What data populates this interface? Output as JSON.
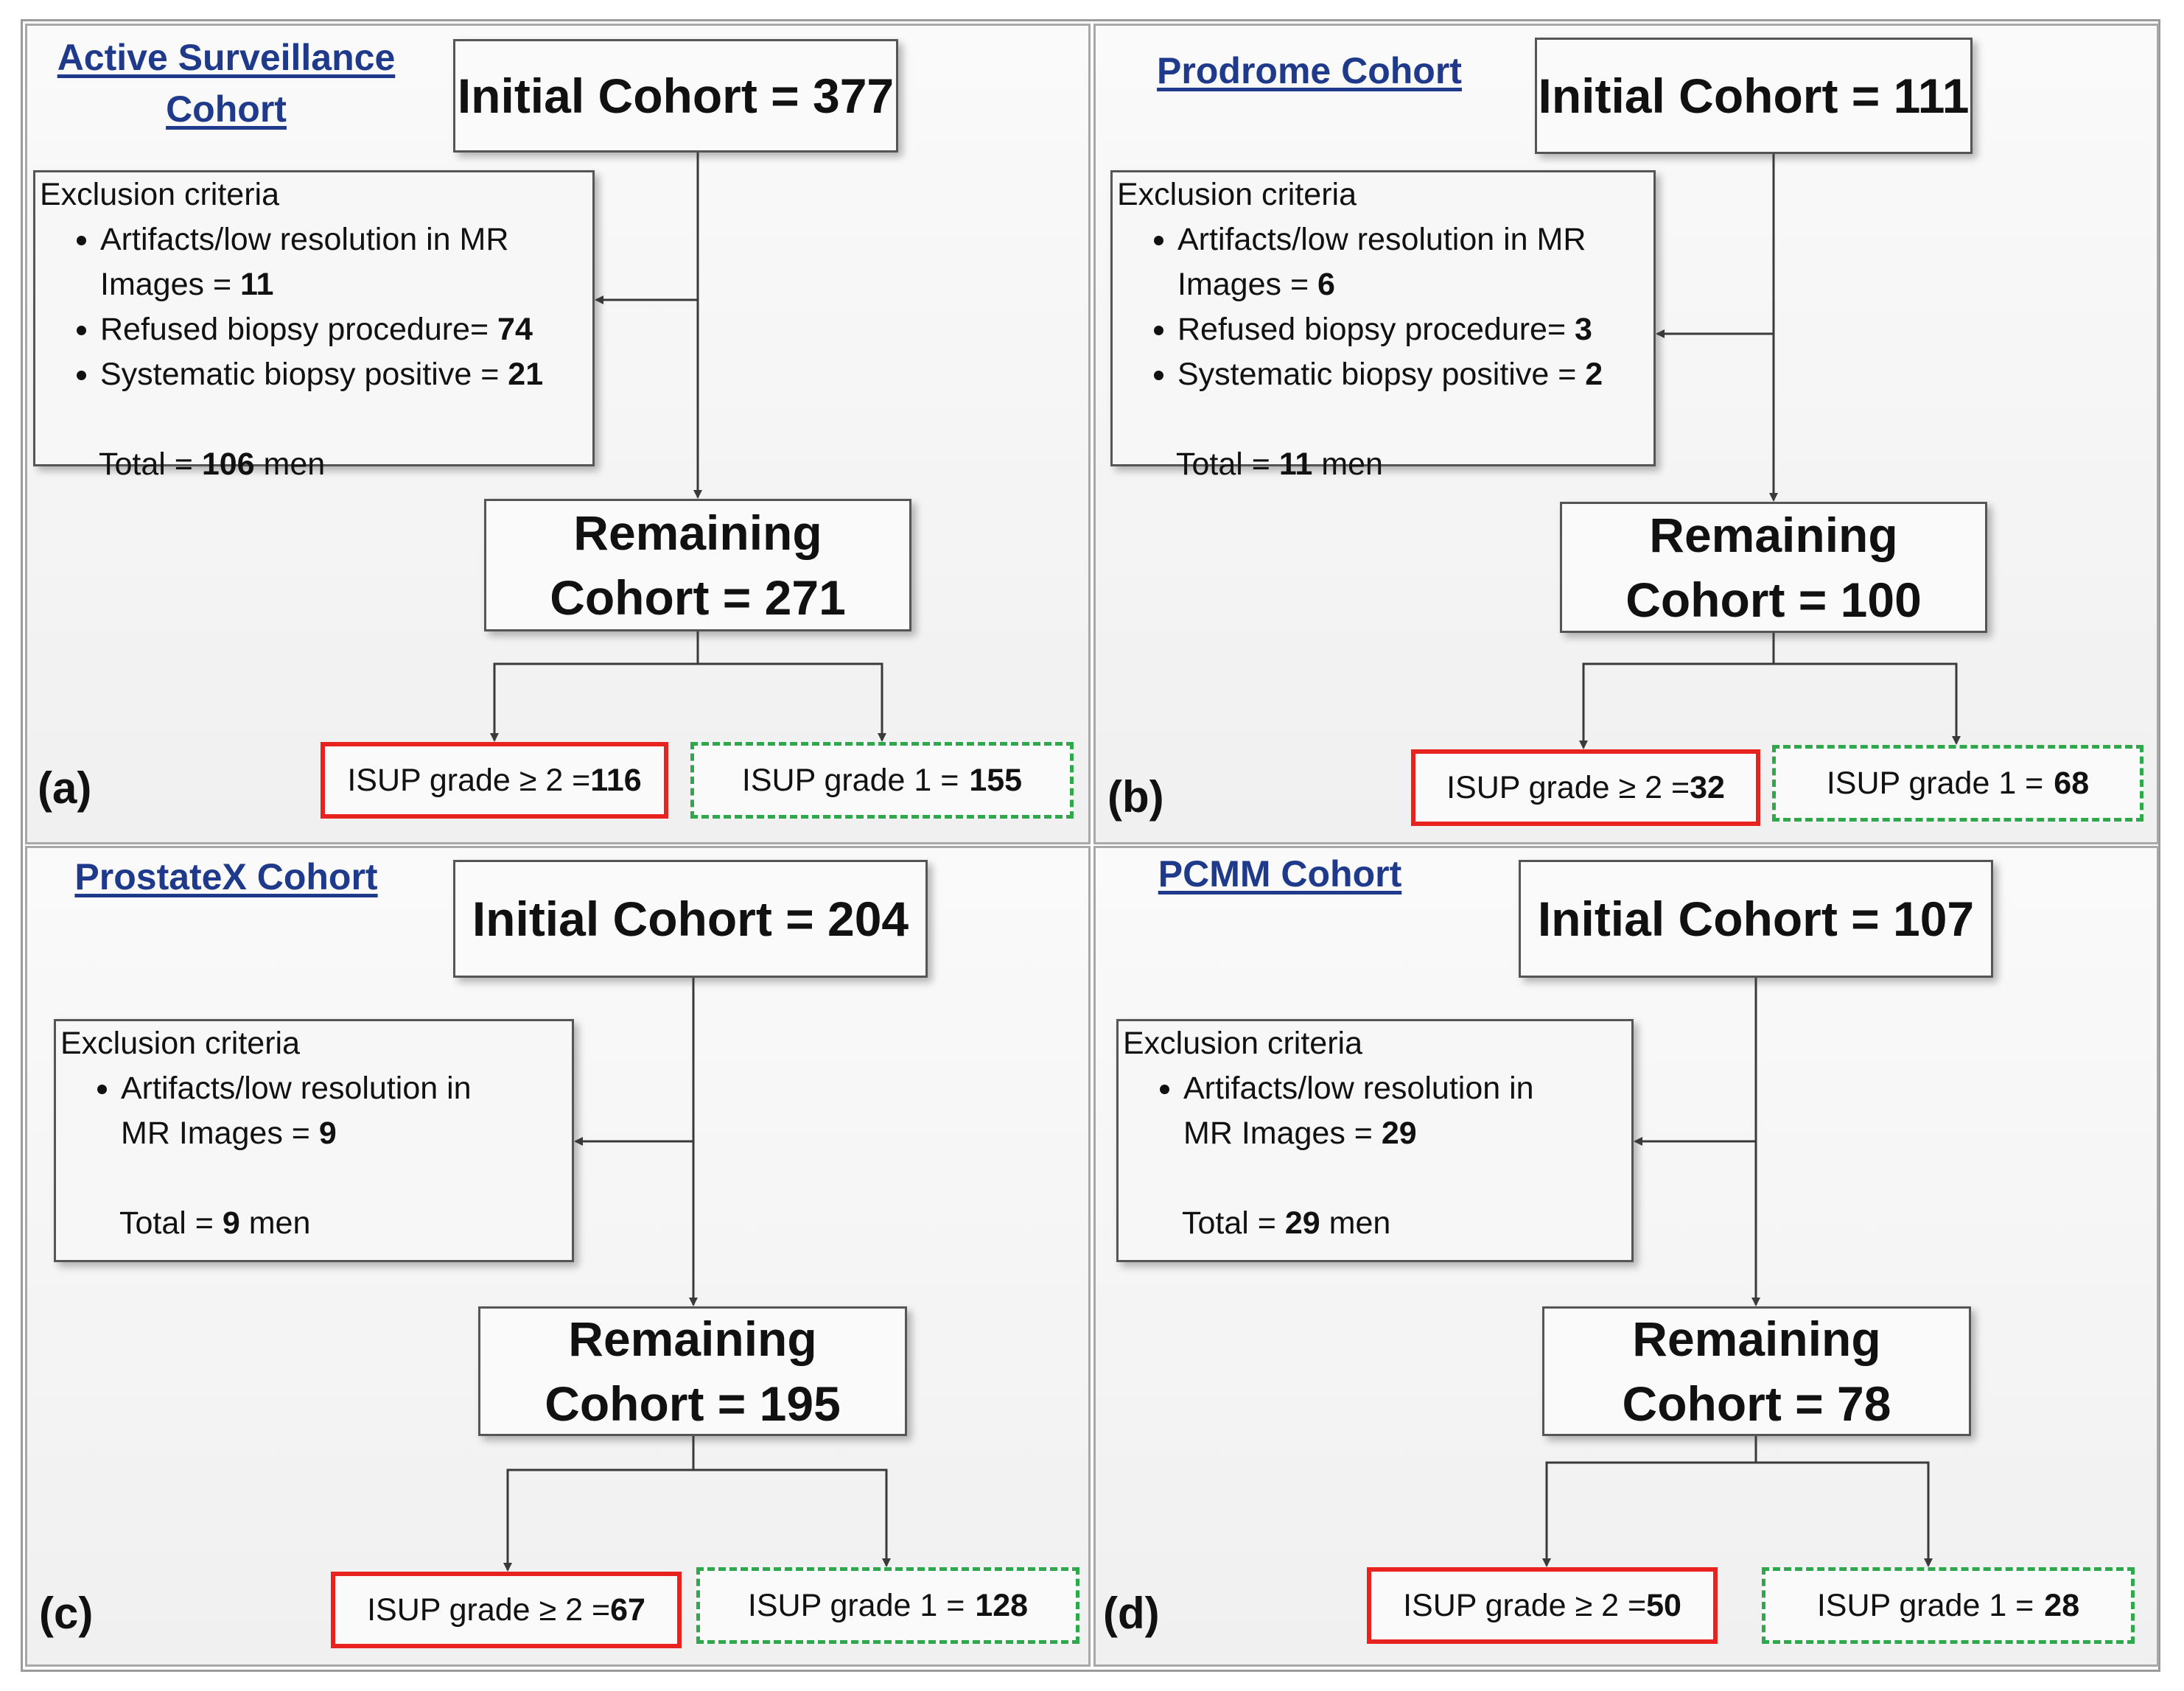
{
  "panels": [
    {
      "letter": "(a)",
      "title_lines": [
        "Active Surveillance",
        "Cohort"
      ],
      "initial": "Initial Cohort = 377",
      "exclusion": {
        "header": "Exclusion criteria",
        "items": [
          {
            "text": "Artifacts/low resolution in MR Images = ",
            "value": "11"
          },
          {
            "text": "Refused biopsy procedure= ",
            "value": "74"
          },
          {
            "text": "Systematic biopsy positive = ",
            "value": "21"
          }
        ],
        "total_prefix": "Total = ",
        "total_value": "106",
        "total_suffix": " men"
      },
      "remaining_lines": [
        "Remaining",
        "Cohort = 271"
      ],
      "grade_high": {
        "text": "ISUP grade ≥ 2 = ",
        "value": "116"
      },
      "grade_low": {
        "text": "ISUP grade 1 =  ",
        "value": "155"
      }
    },
    {
      "letter": "(b)",
      "title_lines": [
        "Prodrome Cohort"
      ],
      "initial": "Initial Cohort = 111",
      "exclusion": {
        "header": "Exclusion criteria",
        "items": [
          {
            "text": "Artifacts/low resolution in MR Images = ",
            "value": "6"
          },
          {
            "text": "Refused biopsy procedure= ",
            "value": "3"
          },
          {
            "text": "Systematic biopsy positive = ",
            "value": "2"
          }
        ],
        "total_prefix": "Total = ",
        "total_value": "11",
        "total_suffix": " men"
      },
      "remaining_lines": [
        "Remaining",
        "Cohort = 100"
      ],
      "grade_high": {
        "text": "ISUP grade ≥ 2 = ",
        "value": "32"
      },
      "grade_low": {
        "text": "ISUP grade 1 =  ",
        "value": "68"
      }
    },
    {
      "letter": "(c)",
      "title_lines": [
        "ProstateX Cohort"
      ],
      "initial": "Initial Cohort = 204",
      "exclusion": {
        "header": "Exclusion criteria",
        "items": [
          {
            "text": "Artifacts/low resolution in MR Images = ",
            "value": "9"
          }
        ],
        "total_prefix": "Total = ",
        "total_value": "9",
        "total_suffix": " men"
      },
      "remaining_lines": [
        "Remaining",
        "Cohort = 195"
      ],
      "grade_high": {
        "text": "ISUP grade ≥ 2 = ",
        "value": "67"
      },
      "grade_low": {
        "text": "ISUP grade 1 =  ",
        "value": "128"
      }
    },
    {
      "letter": "(d)",
      "title_lines": [
        "PCMM Cohort"
      ],
      "initial": "Initial Cohort = 107",
      "exclusion": {
        "header": "Exclusion criteria",
        "items": [
          {
            "text": "Artifacts/low resolution in MR Images = ",
            "value": "29"
          }
        ],
        "total_prefix": "Total = ",
        "total_value": "29",
        "total_suffix": " men"
      },
      "remaining_lines": [
        "Remaining",
        "Cohort = 78"
      ],
      "grade_high": {
        "text": "ISUP grade ≥ 2 = ",
        "value": "50"
      },
      "grade_low": {
        "text": "ISUP grade 1 =  ",
        "value": "28"
      }
    }
  ],
  "colors": {
    "title": "#1f3a8a",
    "grade_high_border": "#e8231f",
    "grade_low_border": "#2ea84a",
    "box_border": "#555555",
    "connector": "#3a3a3a"
  }
}
